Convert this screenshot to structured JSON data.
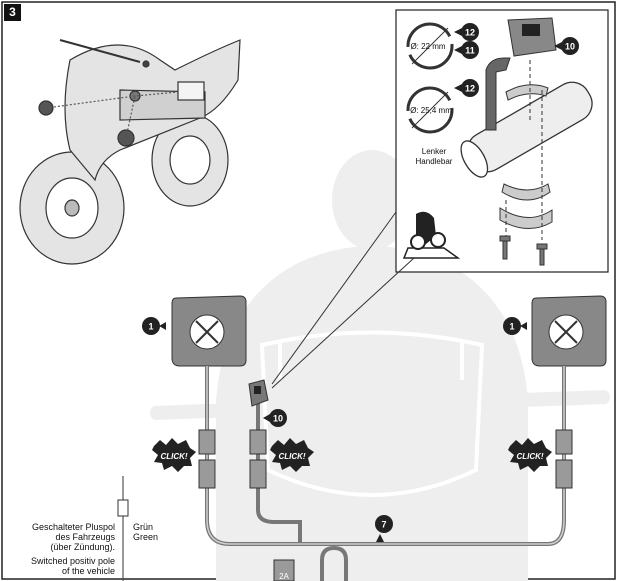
{
  "step_number": "3",
  "inset": {
    "dia_small": "Ø: 22 mm",
    "dia_large": "Ø: 25,4 mm",
    "handlebar_de": "Lenker",
    "handlebar_en": "Handlebar"
  },
  "callouts": {
    "lamp": "1",
    "cable": "7",
    "switch": "10",
    "clamp_a": "12",
    "clamp_b": "11"
  },
  "click_label": "CLICK!",
  "fuse_label": "2A",
  "wire_color_de": "Grün",
  "wire_color_en": "Green",
  "pos_pole_de_1": "Geschalteter Pluspol",
  "pos_pole_de_2": "des Fahrzeugs",
  "pos_pole_de_3": "(über Zündung).",
  "pos_pole_en_1": "Switched positiv pole",
  "pos_pole_en_2": "of the vehicle"
}
